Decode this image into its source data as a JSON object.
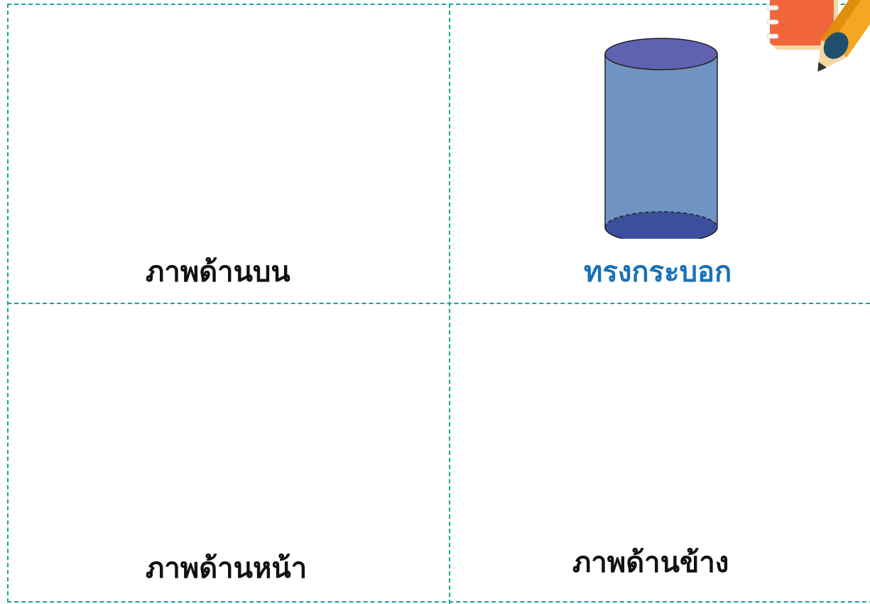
{
  "cells": {
    "top_view_label": "ภาพด้านบน",
    "shape_label": "ทรงกระบอก",
    "front_view_label": "ภาพด้านหน้า",
    "side_view_label": "ภาพด้านข้าง"
  },
  "colors": {
    "grid_line": "#17a697",
    "shape_label": "#1a72b8",
    "cylinder_body": "#6f93c2",
    "cylinder_top": "#5f62b0",
    "cylinder_bottom": "#3b4f9c"
  },
  "icons": {
    "corner_decoration": "notebook-pencil-icon",
    "shape_illustration": "cylinder-icon"
  }
}
